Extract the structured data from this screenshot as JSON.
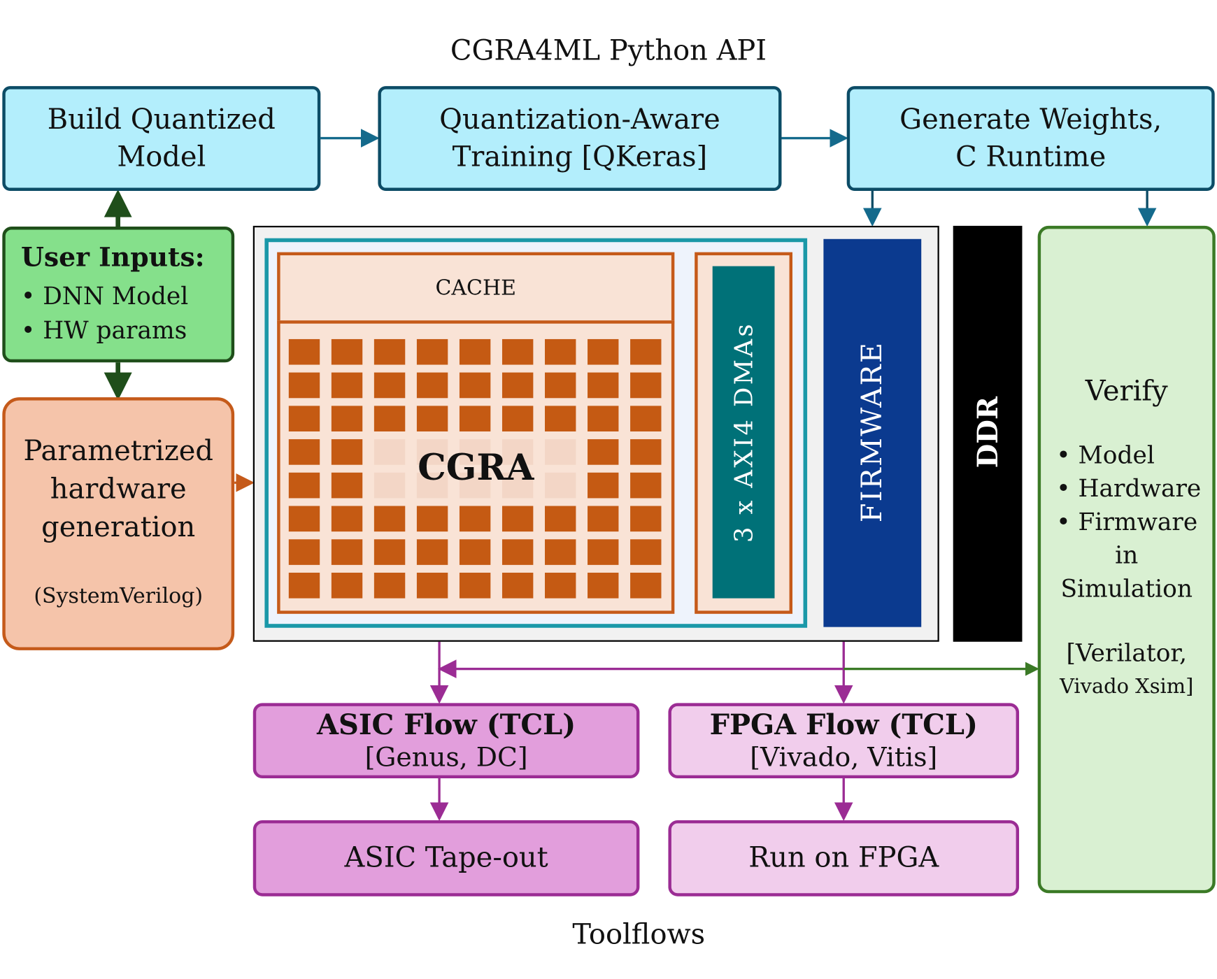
{
  "title": "CGRA4ML Python API",
  "footer": "Toolflows",
  "top_boxes": [
    {
      "line1": "Build Quantized",
      "line2": "Model"
    },
    {
      "line1": "Quantization-Aware",
      "line2": "Training [QKeras]"
    },
    {
      "line1": "Generate Weights,",
      "line2": "C Runtime"
    }
  ],
  "user_inputs": {
    "heading": "User Inputs:",
    "items": [
      "DNN Model",
      "HW params"
    ]
  },
  "hwgen": {
    "line1": "Parametrized",
    "line2": "hardware",
    "line3": "generation",
    "note": "(SystemVerilog)"
  },
  "soc": {
    "cache": "CACHE",
    "cgra": "CGRA",
    "dma": "3 x AXI4 DMAs",
    "firmware": "FIRMWARE",
    "ddr": "DDR"
  },
  "verify": {
    "title": "Verify",
    "items": [
      "Model",
      "Hardware",
      "Firmware"
    ],
    "line_in": "in",
    "line_sim": "Simulation",
    "tools1": "[Verilator,",
    "tools2": "Vivado Xsim]"
  },
  "flows": {
    "asic": {
      "title": "ASIC Flow (TCL)",
      "tools": "[Genus, DC]"
    },
    "fpga": {
      "title": "FPGA Flow (TCL)",
      "tools": "[Vivado, Vitis]"
    },
    "asic_out": "ASIC Tape-out",
    "fpga_out": "Run on FPGA"
  },
  "colors": {
    "api": "#b3eefc",
    "inputs": "#85e08b",
    "hwgen": "#f5c4aa",
    "cgra": "#c55a13",
    "dma": "#007178",
    "firmware": "#0b3a8f",
    "ddr": "#000000",
    "verify": "#d9f0d2",
    "asic": "#e29edc",
    "fpga": "#f1cdec"
  }
}
